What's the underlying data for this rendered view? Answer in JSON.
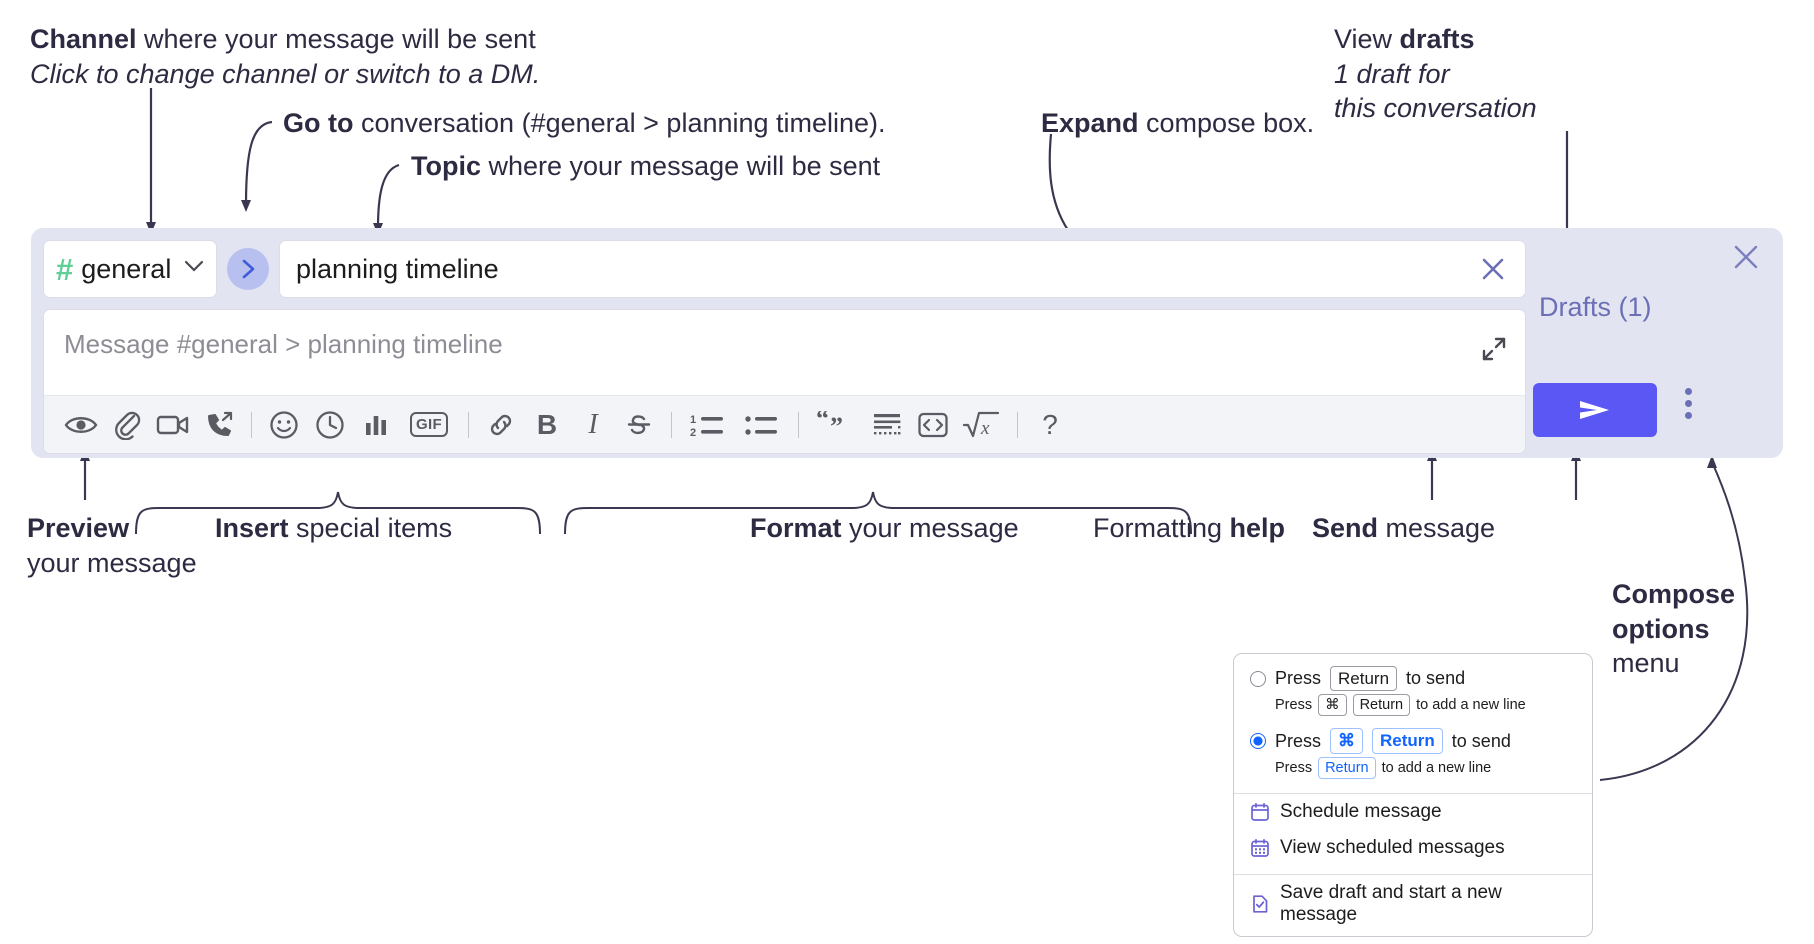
{
  "annotations": {
    "channel": {
      "bold": "Channel",
      "rest": " where your message will be sent",
      "italic": "Click to change channel or switch to a DM."
    },
    "goto": {
      "bold": "Go to",
      "rest": " conversation (#general > planning timeline)."
    },
    "topic": {
      "bold": "Topic",
      "rest": " where your message will be sent"
    },
    "expand": {
      "bold": "Expand",
      "rest": " compose box."
    },
    "drafts": {
      "line1_plain": "View ",
      "line1_bold": "drafts",
      "line2": "1 draft for",
      "line3": "this conversation"
    },
    "preview": {
      "bold": "Preview",
      "rest": "your message"
    },
    "insert": {
      "bold": "Insert",
      "rest": " special items"
    },
    "format": {
      "bold": "Format",
      "rest": " your message"
    },
    "formatting_help": {
      "plain": "Formatting ",
      "bold": "help"
    },
    "send": {
      "bold": "Send",
      "rest": " message"
    },
    "compose_options": {
      "bold1": "Compose",
      "bold2": "options",
      "rest": "menu"
    }
  },
  "compose": {
    "channel": {
      "hash": "#",
      "name": "general",
      "icon": "hash-icon",
      "chevron": "chevron-down-icon"
    },
    "goto_button_icon": "chevron-right-icon",
    "topic": {
      "value": "planning timeline",
      "clear_icon": "close-icon"
    },
    "message": {
      "placeholder": "Message #general > planning timeline",
      "expand_icon": "expand-icon"
    },
    "drafts_label": "Drafts (1)",
    "close_icon": "close-icon",
    "send_icon": "send-paperplane-icon",
    "kebab_icon": "more-options-icon",
    "toolbar": [
      {
        "name": "preview-button",
        "icon": "eye-icon"
      },
      {
        "name": "attach-file-button",
        "icon": "paperclip-icon"
      },
      {
        "name": "video-clip-button",
        "icon": "video-camera-icon"
      },
      {
        "name": "audio-clip-button",
        "icon": "phone-arrow-icon"
      },
      {
        "name": "toolbar-divider-1",
        "icon": "divider"
      },
      {
        "name": "emoji-button",
        "icon": "smiley-icon"
      },
      {
        "name": "schedule-button",
        "icon": "clock-icon"
      },
      {
        "name": "poll-button",
        "icon": "bar-chart-icon"
      },
      {
        "name": "gif-button",
        "icon": "gif-icon",
        "label": "GIF"
      },
      {
        "name": "toolbar-divider-2",
        "icon": "divider"
      },
      {
        "name": "link-button",
        "icon": "link-icon"
      },
      {
        "name": "bold-button",
        "icon": "bold-icon",
        "label": "B"
      },
      {
        "name": "italic-button",
        "icon": "italic-icon",
        "label": "I"
      },
      {
        "name": "strikethrough-button",
        "icon": "strikethrough-icon"
      },
      {
        "name": "toolbar-divider-3",
        "icon": "divider"
      },
      {
        "name": "ordered-list-button",
        "icon": "ordered-list-icon"
      },
      {
        "name": "bulleted-list-button",
        "icon": "bulleted-list-icon"
      },
      {
        "name": "toolbar-divider-4",
        "icon": "divider"
      },
      {
        "name": "blockquote-button",
        "icon": "quote-icon"
      },
      {
        "name": "code-block-button",
        "icon": "code-block-icon"
      },
      {
        "name": "code-button",
        "icon": "code-brackets-icon"
      },
      {
        "name": "math-button",
        "icon": "square-root-icon"
      },
      {
        "name": "toolbar-divider-5",
        "icon": "divider"
      },
      {
        "name": "formatting-help-button",
        "icon": "question-mark-icon",
        "label": "?"
      }
    ]
  },
  "options_menu": {
    "option_return": {
      "selected": false,
      "main_pre": "Press ",
      "main_key": "Return",
      "main_post": " to send",
      "sub_pre": "Press ",
      "sub_key1": "⌘",
      "sub_key2": "Return",
      "sub_post": " to add a new line"
    },
    "option_cmd_return": {
      "selected": true,
      "main_pre": "Press ",
      "main_key1": "⌘",
      "main_key2": "Return",
      "main_post": " to send",
      "sub_pre": "Press ",
      "sub_key": "Return",
      "sub_post": " to add a new line"
    },
    "items": [
      {
        "label": "Schedule message",
        "icon": "calendar-icon"
      },
      {
        "label": "View scheduled messages",
        "icon": "calendar-grid-icon"
      },
      {
        "label": "Save draft and start a new message",
        "icon": "document-check-icon"
      }
    ]
  },
  "colors": {
    "widget_bg": "#e2e4f1",
    "send_button": "#5a57f5",
    "accent_purple": "#6b6fb5",
    "hash_green": "#5fcf96",
    "radio_blue": "#1264ff"
  }
}
